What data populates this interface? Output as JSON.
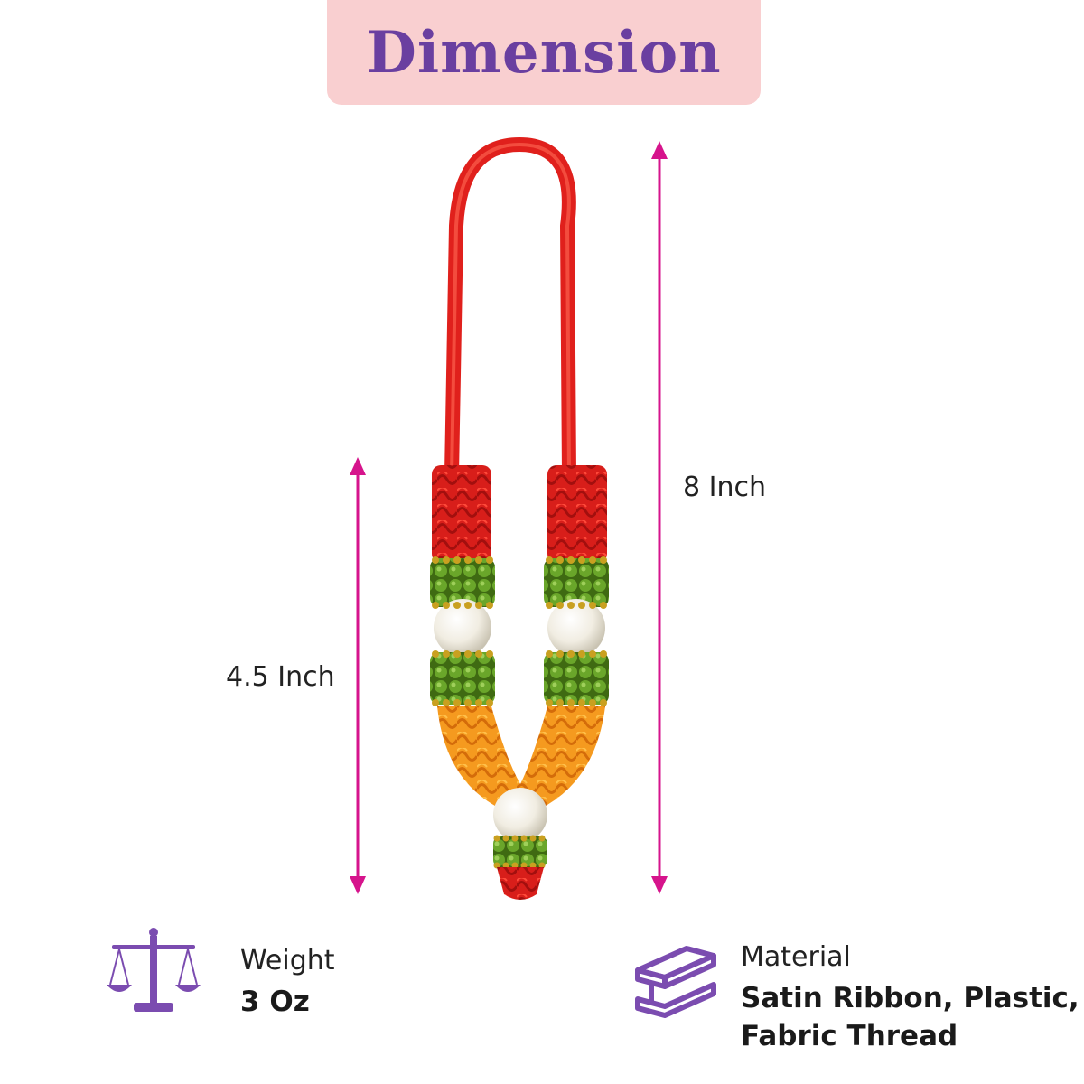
{
  "header": {
    "title": "Dimension"
  },
  "dimensions": {
    "total_height": "8 Inch",
    "garland_height": "4.5 Inch"
  },
  "weight": {
    "heading": "Weight",
    "value": "3 Oz",
    "icon": "balance-scale-icon"
  },
  "material": {
    "heading": "Material",
    "value_line1": "Satin Ribbon, Plastic,",
    "value_line2": "Fabric Thread",
    "icon": "steel-beam-icon"
  },
  "colors": {
    "accent": "#6a3fa0",
    "arrow": "#d6148c",
    "title_bg": "#f9cfd0",
    "ribbon_red": "#e0201c",
    "bead_green": "#5f9a22",
    "marigold_orange": "#f5941e",
    "gold": "#c9a020",
    "pearl": "#f6f3ea"
  }
}
